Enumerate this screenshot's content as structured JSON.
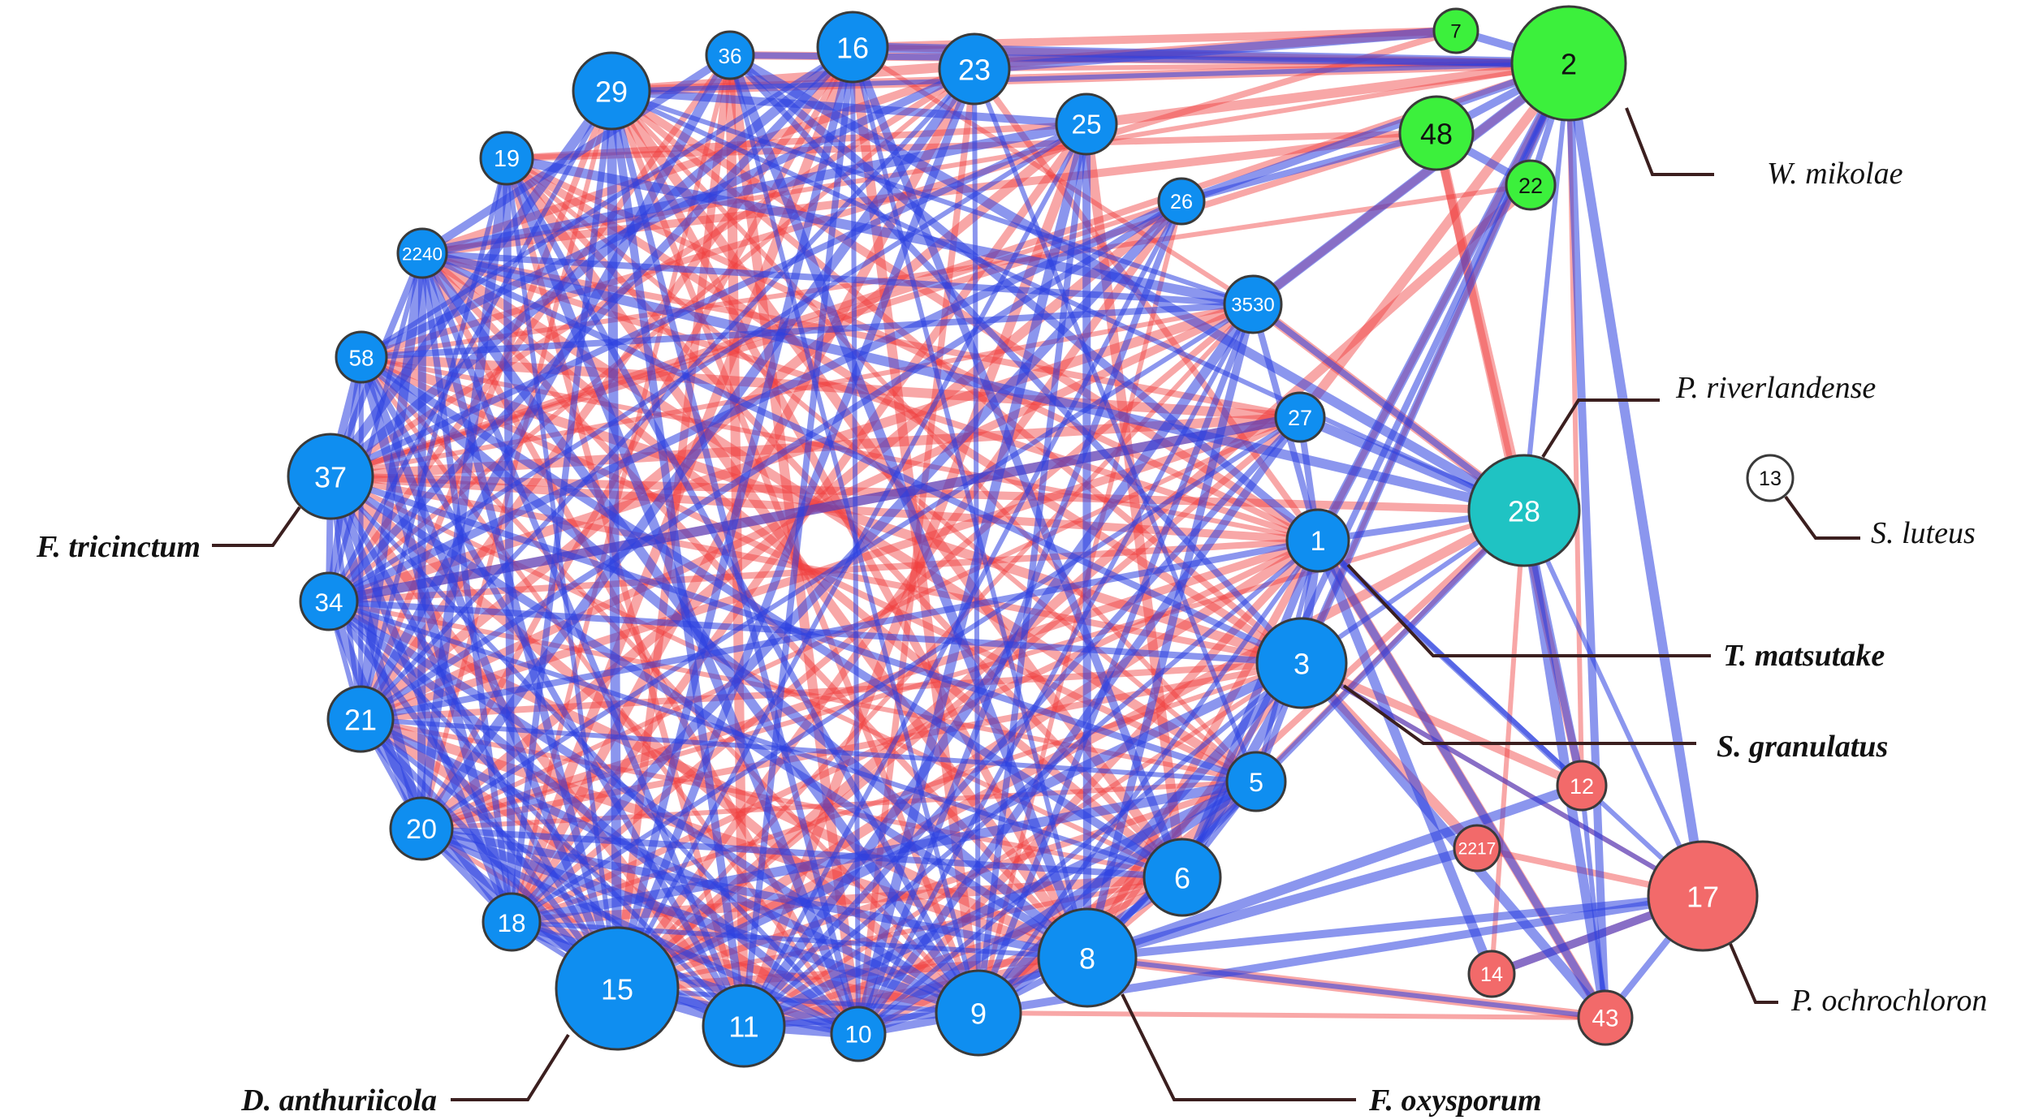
{
  "colors": {
    "blue_node": "#0f8ef0",
    "green_node": "#3cf03c",
    "teal_node": "#1fc3c3",
    "red_node": "#f26a6a",
    "white_node": "#ffffff",
    "positive_edge": "#2b3fe0",
    "negative_edge": "#ef3b3b"
  },
  "nodes": [
    {
      "id": "2",
      "label": "2",
      "group": "green"
    },
    {
      "id": "7",
      "label": "7",
      "group": "green"
    },
    {
      "id": "48",
      "label": "48",
      "group": "green"
    },
    {
      "id": "22",
      "label": "22",
      "group": "green"
    },
    {
      "id": "36",
      "label": "36",
      "group": "blue"
    },
    {
      "id": "16",
      "label": "16",
      "group": "blue"
    },
    {
      "id": "23",
      "label": "23",
      "group": "blue"
    },
    {
      "id": "29",
      "label": "29",
      "group": "blue"
    },
    {
      "id": "25",
      "label": "25",
      "group": "blue"
    },
    {
      "id": "19",
      "label": "19",
      "group": "blue"
    },
    {
      "id": "26",
      "label": "26",
      "group": "blue"
    },
    {
      "id": "2240",
      "label": "2240",
      "group": "blue"
    },
    {
      "id": "3530",
      "label": "3530",
      "group": "blue"
    },
    {
      "id": "58",
      "label": "58",
      "group": "blue"
    },
    {
      "id": "27",
      "label": "27",
      "group": "blue"
    },
    {
      "id": "37",
      "label": "37",
      "group": "blue"
    },
    {
      "id": "1",
      "label": "1",
      "group": "blue"
    },
    {
      "id": "34",
      "label": "34",
      "group": "blue"
    },
    {
      "id": "3",
      "label": "3",
      "group": "blue"
    },
    {
      "id": "21",
      "label": "21",
      "group": "blue"
    },
    {
      "id": "5",
      "label": "5",
      "group": "blue"
    },
    {
      "id": "20",
      "label": "20",
      "group": "blue"
    },
    {
      "id": "6",
      "label": "6",
      "group": "blue"
    },
    {
      "id": "18",
      "label": "18",
      "group": "blue"
    },
    {
      "id": "8",
      "label": "8",
      "group": "blue"
    },
    {
      "id": "15",
      "label": "15",
      "group": "blue"
    },
    {
      "id": "11",
      "label": "11",
      "group": "blue"
    },
    {
      "id": "10",
      "label": "10",
      "group": "blue"
    },
    {
      "id": "9",
      "label": "9",
      "group": "blue"
    },
    {
      "id": "28",
      "label": "28",
      "group": "teal"
    },
    {
      "id": "13",
      "label": "13",
      "group": "white"
    },
    {
      "id": "12",
      "label": "12",
      "group": "red"
    },
    {
      "id": "2217",
      "label": "2217",
      "group": "red"
    },
    {
      "id": "17",
      "label": "17",
      "group": "red"
    },
    {
      "id": "14",
      "label": "14",
      "group": "red"
    },
    {
      "id": "43",
      "label": "43",
      "group": "red"
    }
  ],
  "edges": {
    "red": [
      [
        "2",
        "29"
      ],
      [
        "2",
        "36"
      ],
      [
        "2",
        "16"
      ],
      [
        "2",
        "23"
      ],
      [
        "2",
        "25"
      ],
      [
        "2",
        "2240"
      ],
      [
        "2",
        "37"
      ],
      [
        "2",
        "3530"
      ],
      [
        "2",
        "27"
      ],
      [
        "2",
        "1"
      ],
      [
        "2",
        "3"
      ],
      [
        "2",
        "12"
      ],
      [
        "7",
        "29"
      ],
      [
        "7",
        "16"
      ],
      [
        "7",
        "58"
      ],
      [
        "48",
        "19"
      ],
      [
        "48",
        "2240"
      ],
      [
        "48",
        "28"
      ],
      [
        "48",
        "12"
      ],
      [
        "48",
        "37"
      ],
      [
        "22",
        "58"
      ],
      [
        "22",
        "15"
      ],
      [
        "28",
        "37"
      ],
      [
        "28",
        "5"
      ],
      [
        "28",
        "20"
      ],
      [
        "28",
        "15"
      ],
      [
        "28",
        "9"
      ],
      [
        "28",
        "3530"
      ],
      [
        "28",
        "14"
      ],
      [
        "3",
        "12"
      ],
      [
        "3",
        "2217"
      ],
      [
        "3",
        "17"
      ],
      [
        "1",
        "43"
      ],
      [
        "17",
        "2217"
      ],
      [
        "17",
        "14"
      ],
      [
        "43",
        "9"
      ],
      [
        "43",
        "8"
      ],
      [
        "29",
        "1"
      ],
      [
        "29",
        "3"
      ],
      [
        "29",
        "5"
      ],
      [
        "29",
        "6"
      ],
      [
        "29",
        "8"
      ],
      [
        "29",
        "9"
      ],
      [
        "29",
        "21"
      ],
      [
        "29",
        "20"
      ],
      [
        "36",
        "10"
      ],
      [
        "36",
        "15"
      ],
      [
        "36",
        "34"
      ],
      [
        "36",
        "18"
      ],
      [
        "36",
        "11"
      ],
      [
        "16",
        "21"
      ],
      [
        "16",
        "20"
      ],
      [
        "16",
        "9"
      ],
      [
        "16",
        "18"
      ],
      [
        "16",
        "3530"
      ],
      [
        "23",
        "37"
      ],
      [
        "23",
        "34"
      ],
      [
        "23",
        "18"
      ],
      [
        "23",
        "1"
      ],
      [
        "23",
        "10"
      ],
      [
        "23",
        "2240"
      ],
      [
        "25",
        "21"
      ],
      [
        "25",
        "18"
      ],
      [
        "25",
        "19"
      ],
      [
        "25",
        "6"
      ],
      [
        "25",
        "11"
      ],
      [
        "19",
        "1"
      ],
      [
        "19",
        "5"
      ],
      [
        "19",
        "8"
      ],
      [
        "19",
        "3"
      ],
      [
        "19",
        "6"
      ],
      [
        "19",
        "11"
      ],
      [
        "26",
        "37"
      ],
      [
        "26",
        "20"
      ],
      [
        "26",
        "15"
      ],
      [
        "26",
        "9"
      ],
      [
        "2240",
        "1"
      ],
      [
        "2240",
        "27"
      ],
      [
        "2240",
        "5"
      ],
      [
        "2240",
        "6"
      ],
      [
        "2240",
        "8"
      ],
      [
        "2240",
        "10"
      ],
      [
        "3530",
        "37"
      ],
      [
        "3530",
        "34"
      ],
      [
        "3530",
        "21"
      ],
      [
        "3530",
        "18"
      ],
      [
        "3530",
        "15"
      ],
      [
        "58",
        "1"
      ],
      [
        "58",
        "3"
      ],
      [
        "58",
        "27"
      ],
      [
        "58",
        "5"
      ],
      [
        "58",
        "9"
      ],
      [
        "58",
        "10"
      ],
      [
        "27",
        "37"
      ],
      [
        "27",
        "21"
      ],
      [
        "27",
        "15"
      ],
      [
        "27",
        "20"
      ],
      [
        "37",
        "1"
      ],
      [
        "37",
        "3"
      ],
      [
        "37",
        "6"
      ],
      [
        "37",
        "9"
      ],
      [
        "37",
        "11"
      ],
      [
        "34",
        "1"
      ],
      [
        "34",
        "5"
      ],
      [
        "34",
        "8"
      ],
      [
        "34",
        "27"
      ],
      [
        "21",
        "3"
      ],
      [
        "21",
        "6"
      ],
      [
        "21",
        "8"
      ],
      [
        "21",
        "10"
      ],
      [
        "20",
        "3"
      ],
      [
        "20",
        "5"
      ],
      [
        "20",
        "11"
      ],
      [
        "20",
        "1"
      ],
      [
        "18",
        "1"
      ],
      [
        "18",
        "3"
      ],
      [
        "18",
        "6"
      ],
      [
        "18",
        "9"
      ],
      [
        "15",
        "5"
      ],
      [
        "15",
        "6"
      ],
      [
        "15",
        "1"
      ],
      [
        "15",
        "8"
      ],
      [
        "11",
        "6"
      ],
      [
        "11",
        "3"
      ],
      [
        "11",
        "8"
      ],
      [
        "10",
        "1"
      ],
      [
        "10",
        "6"
      ],
      [
        "9",
        "5"
      ],
      [
        "8",
        "1"
      ],
      [
        "8",
        "3"
      ],
      [
        "8",
        "6"
      ]
    ],
    "blue": [
      [
        "2",
        "7"
      ],
      [
        "2",
        "48"
      ],
      [
        "2",
        "22"
      ],
      [
        "2",
        "28"
      ],
      [
        "2",
        "17"
      ],
      [
        "2",
        "43"
      ],
      [
        "2",
        "36"
      ],
      [
        "2",
        "29"
      ],
      [
        "2",
        "16"
      ],
      [
        "2",
        "26"
      ],
      [
        "2",
        "3530"
      ],
      [
        "2",
        "1"
      ],
      [
        "2",
        "3"
      ],
      [
        "2",
        "6"
      ],
      [
        "48",
        "22"
      ],
      [
        "48",
        "26"
      ],
      [
        "7",
        "23"
      ],
      [
        "28",
        "27"
      ],
      [
        "28",
        "1"
      ],
      [
        "28",
        "3"
      ],
      [
        "28",
        "17"
      ],
      [
        "28",
        "43"
      ],
      [
        "28",
        "12"
      ],
      [
        "28",
        "2240"
      ],
      [
        "28",
        "29"
      ],
      [
        "28",
        "36"
      ],
      [
        "28",
        "8"
      ],
      [
        "1",
        "17"
      ],
      [
        "1",
        "14"
      ],
      [
        "1",
        "43"
      ],
      [
        "1",
        "12"
      ],
      [
        "3",
        "17"
      ],
      [
        "3",
        "43"
      ],
      [
        "8",
        "17"
      ],
      [
        "8",
        "2217"
      ],
      [
        "8",
        "43"
      ],
      [
        "8",
        "12"
      ],
      [
        "9",
        "17"
      ],
      [
        "14",
        "17"
      ],
      [
        "43",
        "17"
      ],
      [
        "12",
        "43"
      ],
      [
        "29",
        "15"
      ],
      [
        "29",
        "11"
      ],
      [
        "29",
        "10"
      ],
      [
        "29",
        "34"
      ],
      [
        "29",
        "37"
      ],
      [
        "29",
        "3530"
      ],
      [
        "29",
        "18"
      ],
      [
        "36",
        "2240"
      ],
      [
        "36",
        "1"
      ],
      [
        "36",
        "3"
      ],
      [
        "36",
        "9"
      ],
      [
        "36",
        "8"
      ],
      [
        "36",
        "21"
      ],
      [
        "16",
        "15"
      ],
      [
        "16",
        "11"
      ],
      [
        "16",
        "10"
      ],
      [
        "16",
        "37"
      ],
      [
        "16",
        "34"
      ],
      [
        "16",
        "8"
      ],
      [
        "16",
        "58"
      ],
      [
        "16",
        "6"
      ],
      [
        "23",
        "15"
      ],
      [
        "23",
        "9"
      ],
      [
        "23",
        "21"
      ],
      [
        "23",
        "20"
      ],
      [
        "23",
        "58"
      ],
      [
        "23",
        "5"
      ],
      [
        "25",
        "15"
      ],
      [
        "25",
        "10"
      ],
      [
        "25",
        "9"
      ],
      [
        "25",
        "37"
      ],
      [
        "25",
        "34"
      ],
      [
        "25",
        "8"
      ],
      [
        "25",
        "29"
      ],
      [
        "25",
        "2240"
      ],
      [
        "19",
        "15"
      ],
      [
        "19",
        "10"
      ],
      [
        "19",
        "9"
      ],
      [
        "19",
        "3530"
      ],
      [
        "19",
        "21"
      ],
      [
        "19",
        "20"
      ],
      [
        "19",
        "18"
      ],
      [
        "26",
        "10"
      ],
      [
        "26",
        "11"
      ],
      [
        "26",
        "18"
      ],
      [
        "26",
        "34"
      ],
      [
        "26",
        "21"
      ],
      [
        "2240",
        "15"
      ],
      [
        "2240",
        "11"
      ],
      [
        "2240",
        "9"
      ],
      [
        "2240",
        "3530"
      ],
      [
        "2240",
        "3"
      ],
      [
        "2240",
        "37"
      ],
      [
        "2240",
        "34"
      ],
      [
        "2240",
        "21"
      ],
      [
        "2240",
        "20"
      ],
      [
        "2240",
        "18"
      ],
      [
        "3530",
        "10"
      ],
      [
        "3530",
        "11"
      ],
      [
        "3530",
        "9"
      ],
      [
        "3530",
        "58"
      ],
      [
        "3530",
        "20"
      ],
      [
        "3530",
        "8"
      ],
      [
        "3530",
        "1"
      ],
      [
        "3530",
        "28"
      ],
      [
        "58",
        "15"
      ],
      [
        "58",
        "11"
      ],
      [
        "58",
        "8"
      ],
      [
        "58",
        "6"
      ],
      [
        "58",
        "37"
      ],
      [
        "58",
        "34"
      ],
      [
        "58",
        "21"
      ],
      [
        "58",
        "18"
      ],
      [
        "27",
        "10"
      ],
      [
        "27",
        "11"
      ],
      [
        "27",
        "18"
      ],
      [
        "27",
        "34"
      ],
      [
        "27",
        "1"
      ],
      [
        "37",
        "15"
      ],
      [
        "37",
        "10"
      ],
      [
        "37",
        "8"
      ],
      [
        "37",
        "5"
      ],
      [
        "37",
        "34"
      ],
      [
        "37",
        "21"
      ],
      [
        "37",
        "20"
      ],
      [
        "37",
        "18"
      ],
      [
        "34",
        "15"
      ],
      [
        "34",
        "11"
      ],
      [
        "34",
        "9"
      ],
      [
        "34",
        "3"
      ],
      [
        "34",
        "6"
      ],
      [
        "34",
        "21"
      ],
      [
        "34",
        "20"
      ],
      [
        "34",
        "10"
      ],
      [
        "21",
        "15"
      ],
      [
        "21",
        "11"
      ],
      [
        "21",
        "9"
      ],
      [
        "21",
        "1"
      ],
      [
        "21",
        "5"
      ],
      [
        "21",
        "20"
      ],
      [
        "21",
        "18"
      ],
      [
        "20",
        "15"
      ],
      [
        "20",
        "10"
      ],
      [
        "20",
        "9"
      ],
      [
        "20",
        "8"
      ],
      [
        "20",
        "6"
      ],
      [
        "20",
        "18"
      ],
      [
        "18",
        "15"
      ],
      [
        "18",
        "11"
      ],
      [
        "18",
        "10"
      ],
      [
        "18",
        "8"
      ],
      [
        "18",
        "5"
      ],
      [
        "15",
        "11"
      ],
      [
        "15",
        "10"
      ],
      [
        "15",
        "9"
      ],
      [
        "15",
        "3"
      ],
      [
        "11",
        "10"
      ],
      [
        "11",
        "9"
      ],
      [
        "11",
        "1"
      ],
      [
        "11",
        "5"
      ],
      [
        "10",
        "9"
      ],
      [
        "10",
        "8"
      ],
      [
        "10",
        "3"
      ],
      [
        "10",
        "5"
      ],
      [
        "9",
        "8"
      ],
      [
        "9",
        "1"
      ],
      [
        "9",
        "3"
      ],
      [
        "9",
        "6"
      ],
      [
        "8",
        "5"
      ],
      [
        "6",
        "5"
      ],
      [
        "6",
        "3"
      ],
      [
        "6",
        "1"
      ],
      [
        "5",
        "3"
      ],
      [
        "5",
        "1"
      ],
      [
        "3",
        "1"
      ]
    ]
  },
  "callouts": [
    {
      "id": "w-mikolae",
      "node": "2",
      "label": "W. mikolae",
      "bold": false
    },
    {
      "id": "p-riverlandense",
      "node": "28",
      "label": "P. riverlandense",
      "bold": false
    },
    {
      "id": "s-luteus",
      "node": "13",
      "label": "S. luteus",
      "bold": false
    },
    {
      "id": "f-tricinctum",
      "node": "37",
      "label": "F. tricinctum",
      "bold": true
    },
    {
      "id": "t-matsutake",
      "node": "1",
      "label": "T. matsutake",
      "bold": true
    },
    {
      "id": "s-granulatus",
      "node": "3",
      "label": "S. granulatus",
      "bold": true
    },
    {
      "id": "p-ochrochloron",
      "node": "17",
      "label": "P. ochrochloron",
      "bold": false
    },
    {
      "id": "d-anthuriicola",
      "node": "15",
      "label": "D. anthuriicola",
      "bold": true
    },
    {
      "id": "f-oxysporum",
      "node": "8",
      "label": "F. oxysporum",
      "bold": true
    }
  ]
}
